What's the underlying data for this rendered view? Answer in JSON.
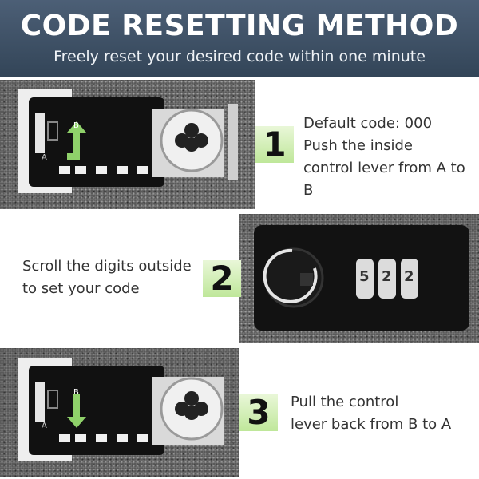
{
  "header": {
    "title": "CODE RESETTING METHOD",
    "subtitle": "Freely reset your desired code within one minute"
  },
  "steps": [
    {
      "number": "1",
      "line1": "Default code: 000",
      "line2": "Push the inside",
      "line3": "control lever from A to B"
    },
    {
      "number": "2",
      "line1": "Scroll the digits outside",
      "line2": "to set your code"
    },
    {
      "number": "3",
      "line1": "Pull the control",
      "line2": "lever back from B to A"
    }
  ],
  "panel": {
    "label_b": "B",
    "label_a": "A"
  },
  "dial_digits": [
    "5",
    "2",
    "2"
  ],
  "colors": {
    "header": "#3f5166",
    "accent_green": "#c9eca6",
    "arrow_green": "#8fd16a"
  }
}
